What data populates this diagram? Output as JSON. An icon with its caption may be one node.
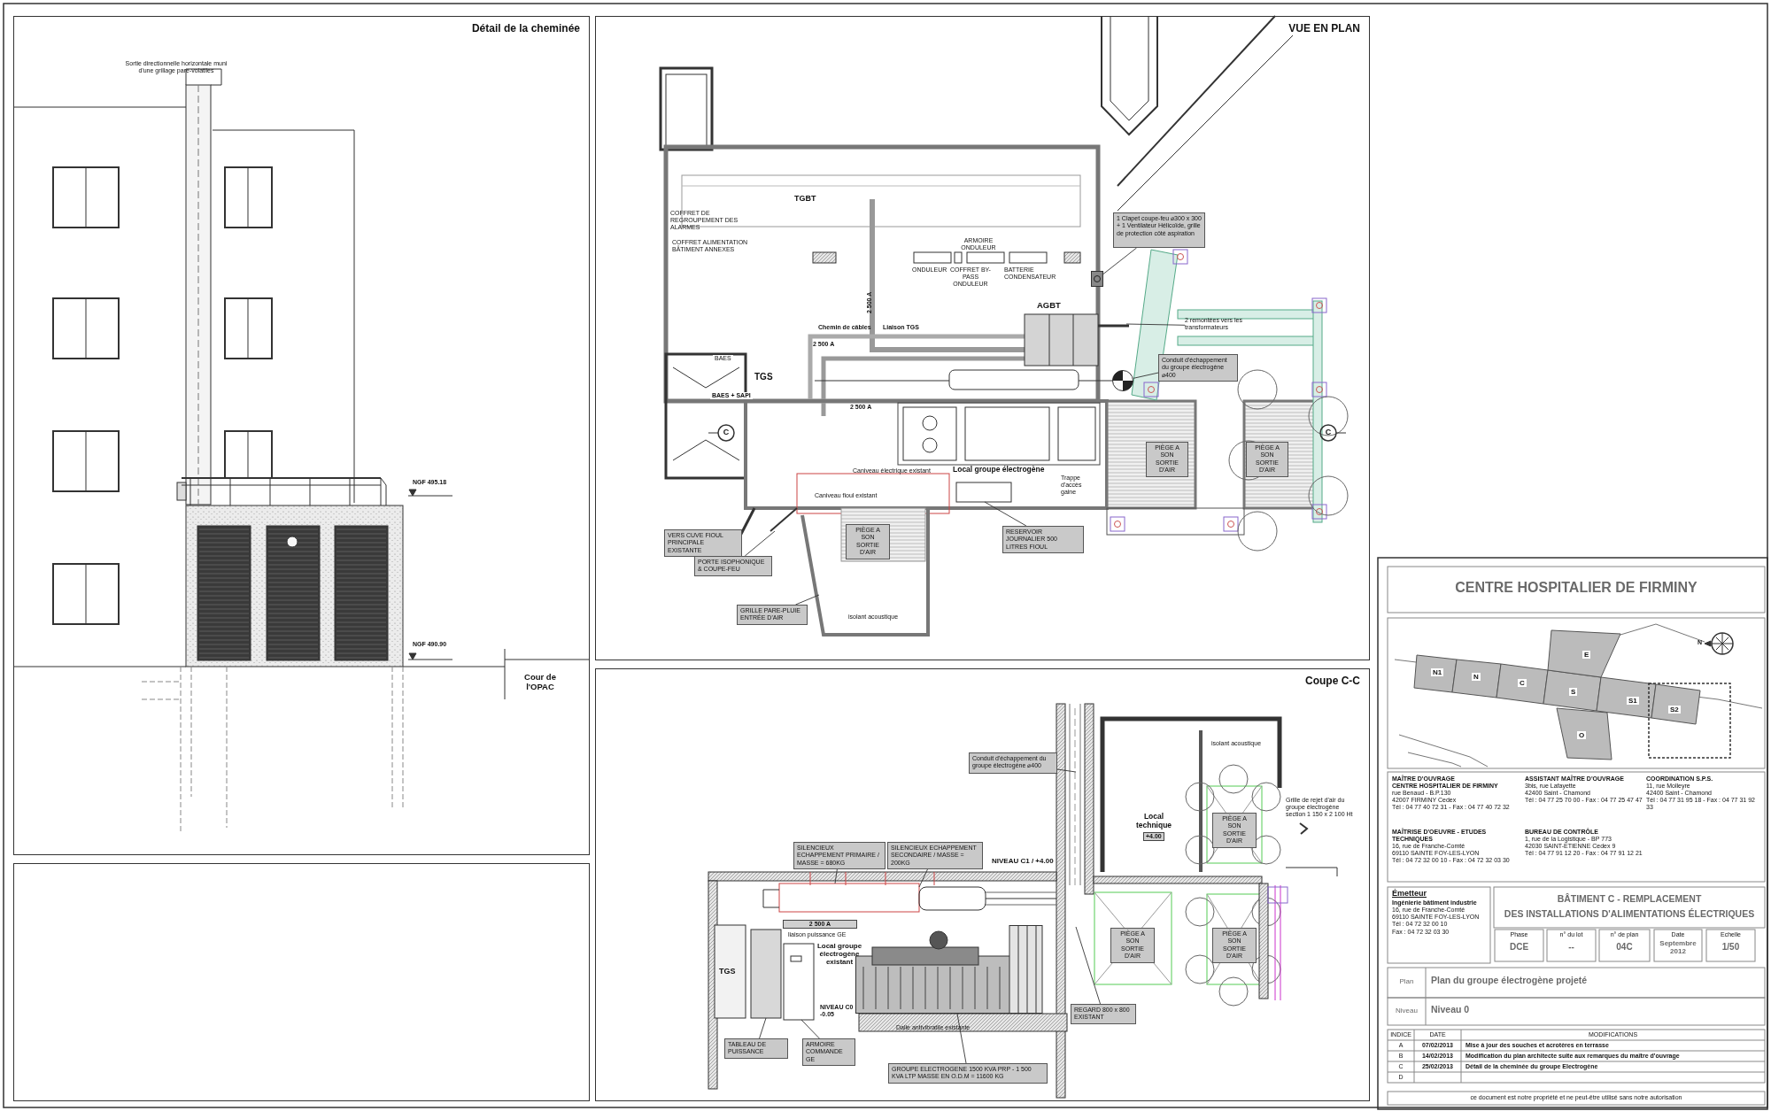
{
  "diagram": {
    "nodes": [
      {
        "text": [
          "Détail de la cheminée"
        ]
      },
      {
        "text": [
          "VUE EN PLAN"
        ]
      },
      {
        "text": [
          "Coupe C-C"
        ]
      },
      {
        "text": [],
        "shape": "box"
      },
      {
        "text": [
          "1 Clapet coupe-feu ⌀300 x 300 + 1 Ventilateur Hélicoïde, grille de protection côté aspiration"
        ],
        "in": 1
      },
      {
        "text": [
          "2 remontées vers les transformateurs"
        ],
        "in": 1
      },
      {
        "text": [
          "Conduit d'échappement du groupe électrogène ⌀400"
        ],
        "in": 1
      },
      {
        "text": [
          "PIÈGE A SON SORTIE D'AIR"
        ],
        "in": 1
      },
      {
        "text": [
          "PIÈGE A SON SORTIE D'AIR"
        ],
        "in": 1
      },
      {
        "text": [
          "PIÈGE A SON SORTIE D'AIR"
        ],
        "in": 1
      },
      {
        "text": [
          "RESERVOIR JOURNALIER 500 LITRES FIOUL"
        ],
        "in": 1
      },
      {
        "text": [
          "VERS CUVE FIOUL PRINCIPALE EXISTANTE"
        ],
        "in": 1
      },
      {
        "text": [
          "PORTE ISOPHONIQUE & COUPE-FEU"
        ],
        "in": 1
      },
      {
        "text": [
          "GRILLE PARE-PLUIE ENTRÉE D'AIR"
        ],
        "in": 1
      },
      {
        "text": [
          "Conduit d'échappement du groupe électrogène ⌀400"
        ],
        "in": 2
      },
      {
        "text": [
          "SILENCIEUX ECHAPPEMENT PRIMAIRE / MASSE = 680KG"
        ],
        "in": 2
      },
      {
        "text": [
          "SILENCIEUX ECHAPPEMENT SECONDAIRE / MASSE = 200KG"
        ],
        "in": 2
      },
      {
        "text": [
          "PIÈGE A SON SORTIE D'AIR"
        ],
        "in": 2
      },
      {
        "text": [
          "PIÈGE A SON SORTIE D'AIR"
        ],
        "in": 2
      },
      {
        "text": [
          "PIÈGE A SON SORTIE D'AIR"
        ],
        "in": 2
      },
      {
        "text": [
          "REGARD 800 x 800 EXISTANT"
        ],
        "in": 2
      },
      {
        "text": [
          "TABLEAU DE PUISSANCE"
        ],
        "in": 2
      },
      {
        "text": [
          "ARMOIRE COMMANDE GE"
        ],
        "in": 2
      },
      {
        "text": [
          "GROUPE ELECTROGENE 1500 KVA PRP - 1 500 KVA LTP MASSE EN O.D.M = 11600 KG"
        ],
        "in": 2
      },
      {
        "text": [],
        "shape": "box",
        "in": 1
      },
      {
        "text": [],
        "shape": "circle",
        "in": 1
      },
      {
        "text": [],
        "shape": "picture",
        "in": 2
      }
    ],
    "edges": [
      {
        "from": 4,
        "to": 24,
        "arrow": "none"
      },
      {
        "from": 5,
        "to": null,
        "arrow": "none"
      },
      {
        "from": 6,
        "to": 25,
        "arrow": "none"
      },
      {
        "from": 10,
        "to": null,
        "arrow": "none"
      },
      {
        "from": 12,
        "to": null,
        "arrow": "none"
      },
      {
        "from": 13,
        "to": null,
        "arrow": "none"
      },
      {
        "from": 14,
        "to": null,
        "arrow": "none"
      },
      {
        "from": 15,
        "to": null,
        "arrow": "none"
      },
      {
        "from": 16,
        "to": null,
        "arrow": "none"
      },
      {
        "from": 20,
        "to": null,
        "arrow": "none"
      },
      {
        "from": 21,
        "to": null,
        "arrow": "none"
      },
      {
        "from": 22,
        "to": null,
        "arrow": "none"
      },
      {
        "from": 23,
        "to": 26,
        "arrow": "none"
      }
    ],
    "labels": [
      "Sortie directionnelle horizontale muni d'une grillage pare-volatiles",
      "NGF 495.18",
      "NGF 490.90",
      "Cour de l'OPAC",
      "TGBT",
      "COFFRET DE REGROUPEMENT DES ALARMES",
      "COFFRET ALIMENTATION BÂTIMENT ANNEXES",
      "ARMOIRE ONDULEUR",
      "ONDULEUR",
      "COFFRET BY-PASS ONDULEUR",
      "BATTERIE CONDENSATEUR",
      "2 500 A",
      "AGBT",
      "Chemin de câbles",
      "Liaison TGS",
      "2 500 A",
      "BAES",
      "TGS",
      "BAES + SAPI",
      "2 500 A",
      "C",
      "C",
      "Caniveau électrique existant",
      "Local groupe électrogène",
      "Trappe d'accès gaine",
      "Caniveau fioul existant",
      "isolant acoustique",
      "NIVEAU C1 / +4.00",
      "Local technique",
      "+4.00",
      "isolant acoustique",
      "Grille de rejet d'air du groupe électrogène section 1 150 x 2 100 Ht",
      "2 500 A",
      "liaison puissance GE",
      "Local groupe électrogène existant",
      "TGS",
      "NIVEAU C0 -0.05",
      "Dalle antivibratile existante",
      "CENTRE HOSPITALIER DE FIRMINY",
      "N1",
      "N",
      "C",
      "E",
      "S",
      "S1",
      "S2",
      "O",
      "N",
      "MAÎTRE D'OUVRAGE",
      "CENTRE HOSPITALIER DE FIRMINY",
      "rue Benaud - B.P.130",
      "42007 FIRMINY Cedex",
      "Tél : 04 77 40 72 31 - Fax : 04 77 40 72 32",
      "ASSISTANT MAÎTRE D'OUVRAGE",
      "3bis, rue Lafayette",
      "42400 Saint - Chamond",
      "Tél : 04 77 25 70 00 - Fax : 04 77 25 47 47",
      "COORDINATION S.P.S.",
      "11, rue Molleyre",
      "42400 Saint - Chamond",
      "Tél : 04 77 31 95 18 - Fax : 04 77 31 92 33",
      "MAÎTRISE D'OEUVRE - ETUDES TECHNIQUES",
      "16, rue de Franche-Comté",
      "69110 SAINTE FOY-LES-LYON",
      "Tél : 04 72 32 00 10 - Fax : 04 72 32 03 30",
      "BUREAU DE CONTRÔLE",
      "1, rue de la Logistique - BP 773",
      "42030 SAINT-ETIENNE Cedex 9",
      "Tél : 04 77 91 12 20 - Fax : 04 77 91 12 21",
      "Émetteur",
      "Ingénierie bâtiment industrie",
      "16, rue de Franche-Comté",
      "69110 SAINTE FOY-LES-LYON",
      "Tél : 04 72 32 00 10",
      "Fax : 04 72 32 03 30",
      "BÂTIMENT C - REMPLACEMENT",
      "DES INSTALLATIONS D'ALIMENTATIONS ÉLECTRIQUES",
      "Phase",
      "DCE",
      "n° du lot",
      "--",
      "n° de plan",
      "04C",
      "Date",
      "Septembre 2012",
      "Echelle",
      "1/50",
      "Plan",
      "Plan du groupe électrogène projeté",
      "Niveau",
      "Niveau 0",
      "INDICE",
      "DATE",
      "MODIFICATIONS",
      "A",
      "07/02/2013",
      "Mise à jour des souches et acrotères en terrasse",
      "B",
      "14/02/2013",
      "Modification du plan architecte suite aux remarques du maître d'ouvrage",
      "C",
      "25/02/2013",
      "Détail de la cheminée du groupe Electrogène",
      "D",
      "ce document est notre propriété et ne peut-être utilisé sans notre autorisation"
    ]
  }
}
